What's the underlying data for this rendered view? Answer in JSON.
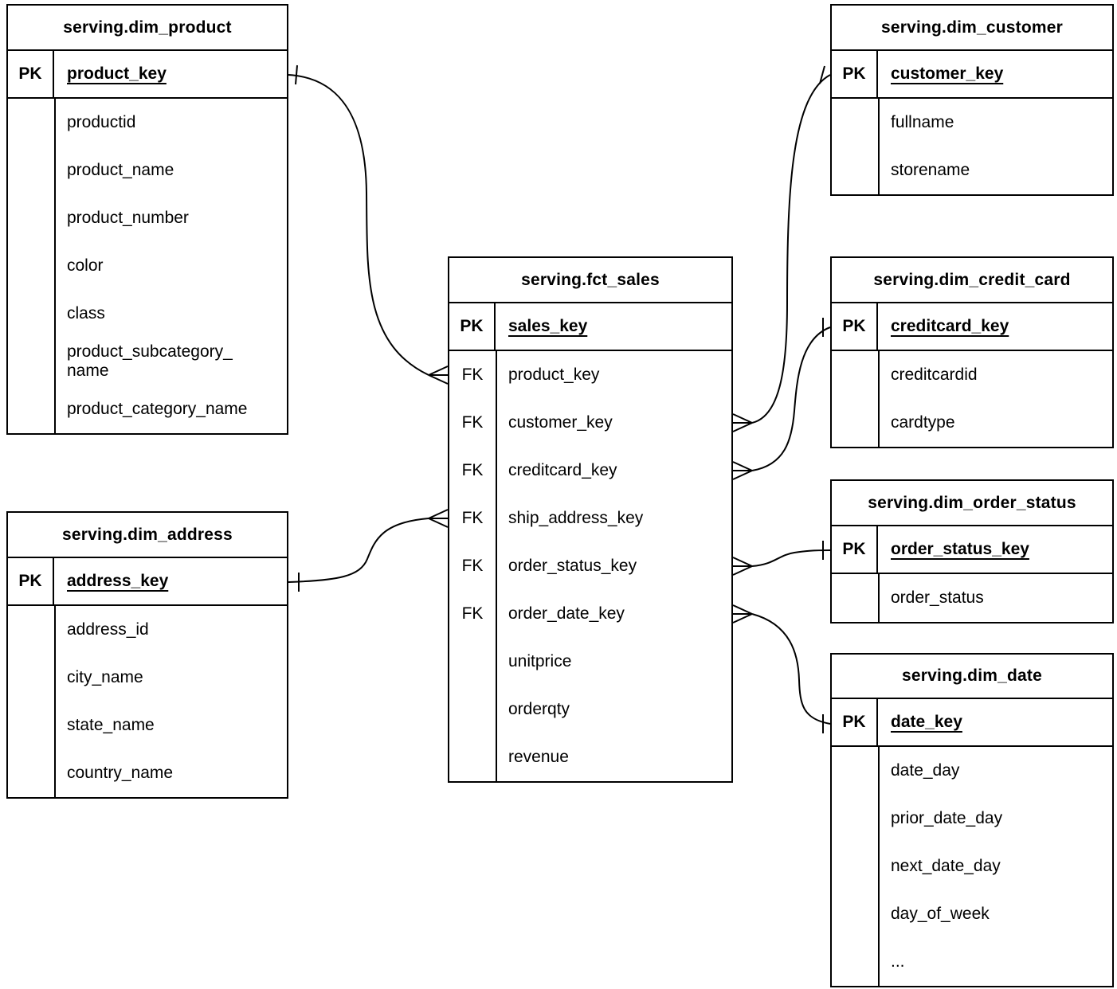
{
  "diagram_type": "entity-relationship",
  "notation": {
    "one_marker": "tick",
    "many_marker": "crow-foot"
  },
  "colors": {
    "line": "#000000",
    "text": "#000000",
    "background": "#ffffff"
  },
  "tables": {
    "dim_product": {
      "title": "serving.dim_product",
      "pk_label": "PK",
      "pk_field": "product_key",
      "fields": [
        "productid",
        "product_name",
        "product_number",
        "color",
        "class",
        "product_subcategory_\nname",
        "product_category_name"
      ]
    },
    "dim_customer": {
      "title": "serving.dim_customer",
      "pk_label": "PK",
      "pk_field": "customer_key",
      "fields": [
        "fullname",
        "storename"
      ]
    },
    "fct_sales": {
      "title": "serving.fct_sales",
      "pk_label": "PK",
      "pk_field": "sales_key",
      "rows": [
        {
          "k": "FK",
          "f": "product_key"
        },
        {
          "k": "FK",
          "f": "customer_key"
        },
        {
          "k": "FK",
          "f": "creditcard_key"
        },
        {
          "k": "FK",
          "f": "ship_address_key"
        },
        {
          "k": "FK",
          "f": "order_status_key"
        },
        {
          "k": "FK",
          "f": "order_date_key"
        },
        {
          "k": "",
          "f": "unitprice"
        },
        {
          "k": "",
          "f": "orderqty"
        },
        {
          "k": "",
          "f": "revenue"
        }
      ]
    },
    "dim_credit_card": {
      "title": "serving.dim_credit_card",
      "pk_label": "PK",
      "pk_field": "creditcard_key",
      "fields": [
        "creditcardid",
        "cardtype"
      ]
    },
    "dim_order_status": {
      "title": "serving.dim_order_status",
      "pk_label": "PK",
      "pk_field": "order_status_key",
      "fields": [
        "order_status"
      ]
    },
    "dim_date": {
      "title": "serving.dim_date",
      "pk_label": "PK",
      "pk_field": "date_key",
      "fields": [
        "date_day",
        "prior_date_day",
        "next_date_day",
        "day_of_week",
        "..."
      ]
    },
    "dim_address": {
      "title": "serving.dim_address",
      "pk_label": "PK",
      "pk_field": "address_key",
      "fields": [
        "address_id",
        "city_name",
        "state_name",
        "country_name"
      ]
    }
  },
  "relationships": [
    {
      "one": "serving.dim_product.product_key",
      "many": "serving.fct_sales.product_key"
    },
    {
      "one": "serving.dim_customer.customer_key",
      "many": "serving.fct_sales.customer_key"
    },
    {
      "one": "serving.dim_credit_card.creditcard_key",
      "many": "serving.fct_sales.creditcard_key"
    },
    {
      "one": "serving.dim_address.address_key",
      "many": "serving.fct_sales.ship_address_key"
    },
    {
      "one": "serving.dim_order_status.order_status_key",
      "many": "serving.fct_sales.order_status_key"
    },
    {
      "one": "serving.dim_date.date_key",
      "many": "serving.fct_sales.order_date_key"
    }
  ]
}
